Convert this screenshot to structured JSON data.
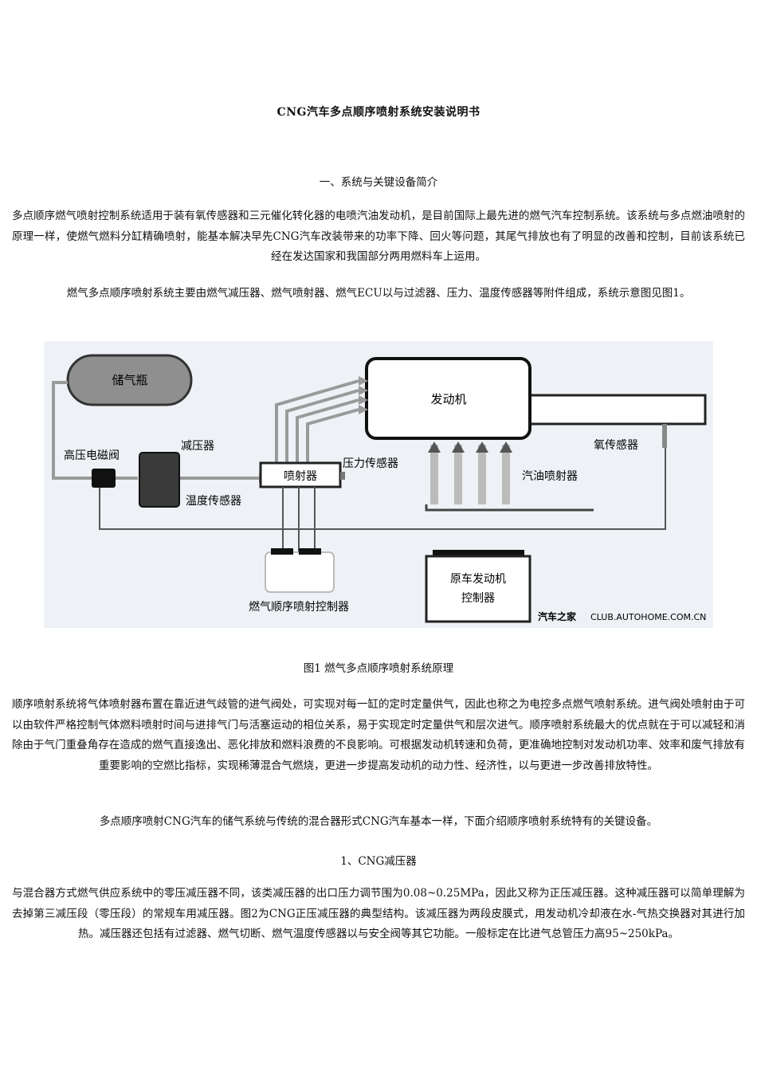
{
  "document": {
    "title": "CNG汽车多点顺序喷射系统安装说明书",
    "section1_heading": "一、系统与关键设备简介",
    "para1": "多点顺序燃气喷射控制系统适用于装有氧传感器和三元催化转化器的电喷汽油发动机，是目前国际上最先进的燃气汽车控制系统。该系统与多点燃油喷射的原理一样，使燃气燃料分缸精确喷射，能基本解决早先CNG汽车改装带来的功率下降、回火等问题，其尾气排放也有了明显的改善和控制，目前该系统已经在发达国家和我国部分两用燃料车上运用。",
    "para2": "燃气多点顺序喷射系统主要由燃气减压器、燃气喷射器、燃气ECU以与过滤器、压力、温度传感器等附件组成，系统示意图见图1。",
    "figure_caption": "图1 燃气多点顺序喷射系统原理",
    "para3": "顺序喷射系统将气体喷射器布置在靠近进气歧管的进气阀处，可实现对每一缸的定时定量供气，因此也称之为电控多点燃气喷射系统。进气阀处喷射由于可以由软件严格控制气体燃料喷射时间与进排气门与活塞运动的相位关系，易于实现定时定量供气和层次进气。顺序喷射系统最大的优点就在于可以减轻和消除由于气门重叠角存在造成的燃气直接逸出、恶化排放和燃料浪费的不良影响。可根据发动机转速和负荷，更准确地控制对发动机功率、效率和废气排放有重要影响的空燃比指标，实现稀薄混合气燃烧，更进一步提高发动机的动力性、经济性，以与更进一步改善排放特性。",
    "para4": "多点顺序喷射CNG汽车的储气系统与传统的混合器形式CNG汽车基本一样，下面介绍顺序喷射系统特有的关键设备。",
    "subsection1_heading": "1、CNG减压器",
    "para5": "与混合器方式燃气供应系统中的零压减压器不同，该类减压器的出口压力调节围为0.08~0.25MPa，因此又称为正压减压器。这种减压器可以简单理解为去掉第三减压段（零压段）的常规车用减压器。图2为CNG正压减压器的典型结构。该减压器为两段皮膜式，用发动机冷却液在水-气热交换器对其进行加热。减压器还包括有过滤器、燃气切断、燃气温度传感器以与安全阀等其它功能。一般标定在比进气总管压力高95~250kPa。"
  },
  "figure": {
    "labels": {
      "tank": "储气瓶",
      "engine": "发动机",
      "reducer": "减压器",
      "solenoid_valve": "高压电磁阀",
      "injector": "喷射器",
      "pressure_sensor": "压力传感器",
      "temp_sensor": "温度传感器",
      "oxygen_sensor": "氧传感器",
      "petrol_injector": "汽油喷射器",
      "gas_controller": "燃气顺序喷射控制器",
      "orig_ecu_line1": "原车发动机",
      "orig_ecu_line2": "控制器",
      "watermark_cn": "汽车之家",
      "watermark_url": "CLUB.AUTOHOME.COM.CN"
    },
    "colors": {
      "background": "#eef2f6",
      "pipe": "#9a9a9a",
      "wire": "#444444",
      "tank_fill": "#8f8f8f"
    }
  }
}
